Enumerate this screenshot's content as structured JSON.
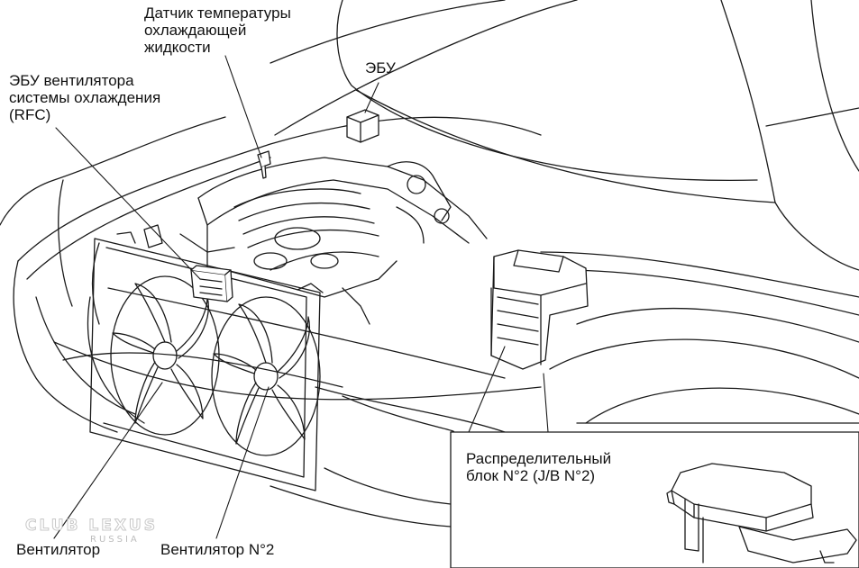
{
  "labels": {
    "coolant_sensor": "Датчик температуры\nохлаждающей\nжидкости",
    "rfc_ecu": "ЭБУ вентилятора\nсистемы охлаждения\n(RFC)",
    "ecu": "ЭБУ",
    "junction_block": "Распределительный\nблок N°2 (J/B N°2)",
    "fan_1": "Вентилятор",
    "fan_2": "Вентилятор N°2"
  },
  "watermark": {
    "main": "CLUB LEXUS",
    "sub": "RUSSIA"
  }
}
